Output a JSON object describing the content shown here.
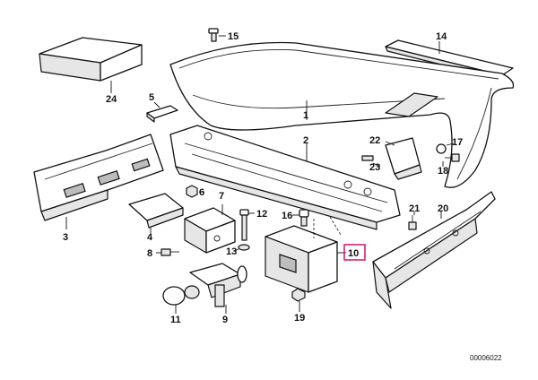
{
  "callouts": {
    "c1": "1",
    "c2": "2",
    "c3": "3",
    "c4": "4",
    "c5": "5",
    "c6": "6",
    "c7": "7",
    "c8": "8",
    "c9": "9",
    "c10": "10",
    "c11": "11",
    "c12": "12",
    "c13": "13",
    "c14": "14",
    "c15": "15",
    "c16": "16",
    "c17": "17",
    "c18": "18",
    "c19": "19",
    "c20": "20",
    "c21": "21",
    "c22": "22",
    "c23": "23",
    "c24": "24"
  },
  "highlighted_part": "10",
  "highlight_color": "#d6217a",
  "reference_code": "00006022"
}
